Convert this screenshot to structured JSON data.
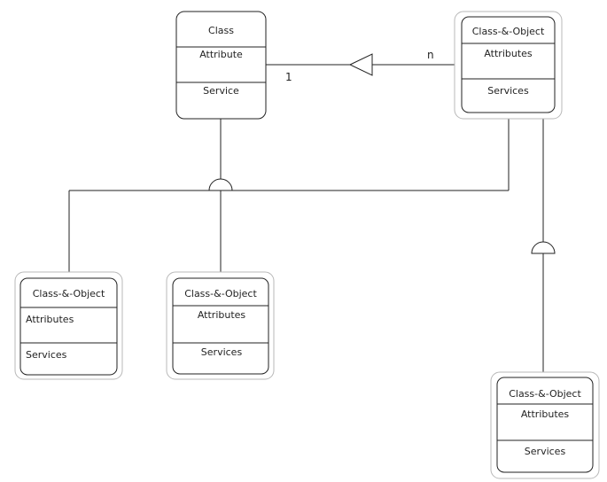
{
  "diagram": {
    "class": {
      "name": "Class",
      "attribute": "Attribute",
      "service": "Service"
    },
    "class_object_top_right": {
      "name": "Class-&-Object",
      "attributes": "Attributes",
      "services": "Services"
    },
    "class_object_bottom_left": {
      "name": "Class-&-Object",
      "attributes": "Attributes",
      "services": "Services"
    },
    "class_object_bottom_middle": {
      "name": "Class-&-Object",
      "attributes": "Attributes",
      "services": "Services"
    },
    "class_object_bottom_right": {
      "name": "Class-&-Object",
      "attributes": "Attributes",
      "services": "Services"
    },
    "multiplicity_one": "1",
    "multiplicity_n": "n"
  },
  "colors": {
    "stroke": "#222222",
    "outer_frame": "#b8b8b8",
    "background": "#ffffff"
  }
}
